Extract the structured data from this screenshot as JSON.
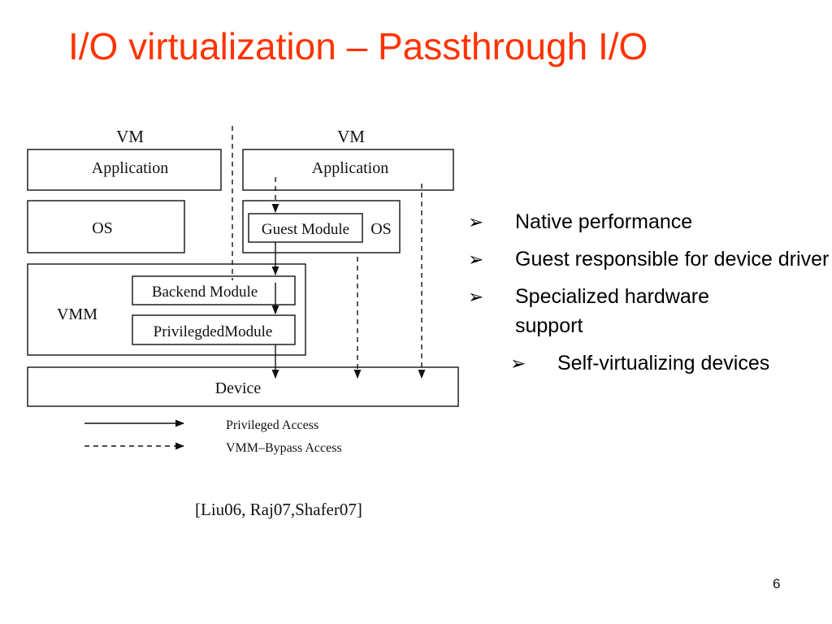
{
  "slide": {
    "title": "I/O virtualization – Passthrough I/O",
    "citation": "[Liu06, Raj07,Shafer07]",
    "page_number": "6"
  },
  "diagram": {
    "vm_left_label": "VM",
    "vm_right_label": "VM",
    "app_left": "Application",
    "app_right": "Application",
    "os_left": "OS",
    "os_right": "OS",
    "guest_module": "Guest Module",
    "vmm": "VMM",
    "backend_module": "Backend Module",
    "privileged_module": "PrivilegdedModule",
    "device": "Device",
    "legend": {
      "privileged": "Privileged Access",
      "bypass": "VMM–Bypass Access"
    }
  },
  "bullets": [
    {
      "text": "Native performance",
      "level": 1
    },
    {
      "text": "Guest responsible for device driver",
      "level": 1
    },
    {
      "text": "Specialized hardware support",
      "level": 1
    },
    {
      "text": "Self-virtualizing devices",
      "level": 2
    }
  ],
  "colors": {
    "title": "#ff3300",
    "diagram_stroke": "#111111",
    "text": "#111111"
  },
  "icons": {
    "bullet_marker": "arrowhead-bullet-icon"
  }
}
